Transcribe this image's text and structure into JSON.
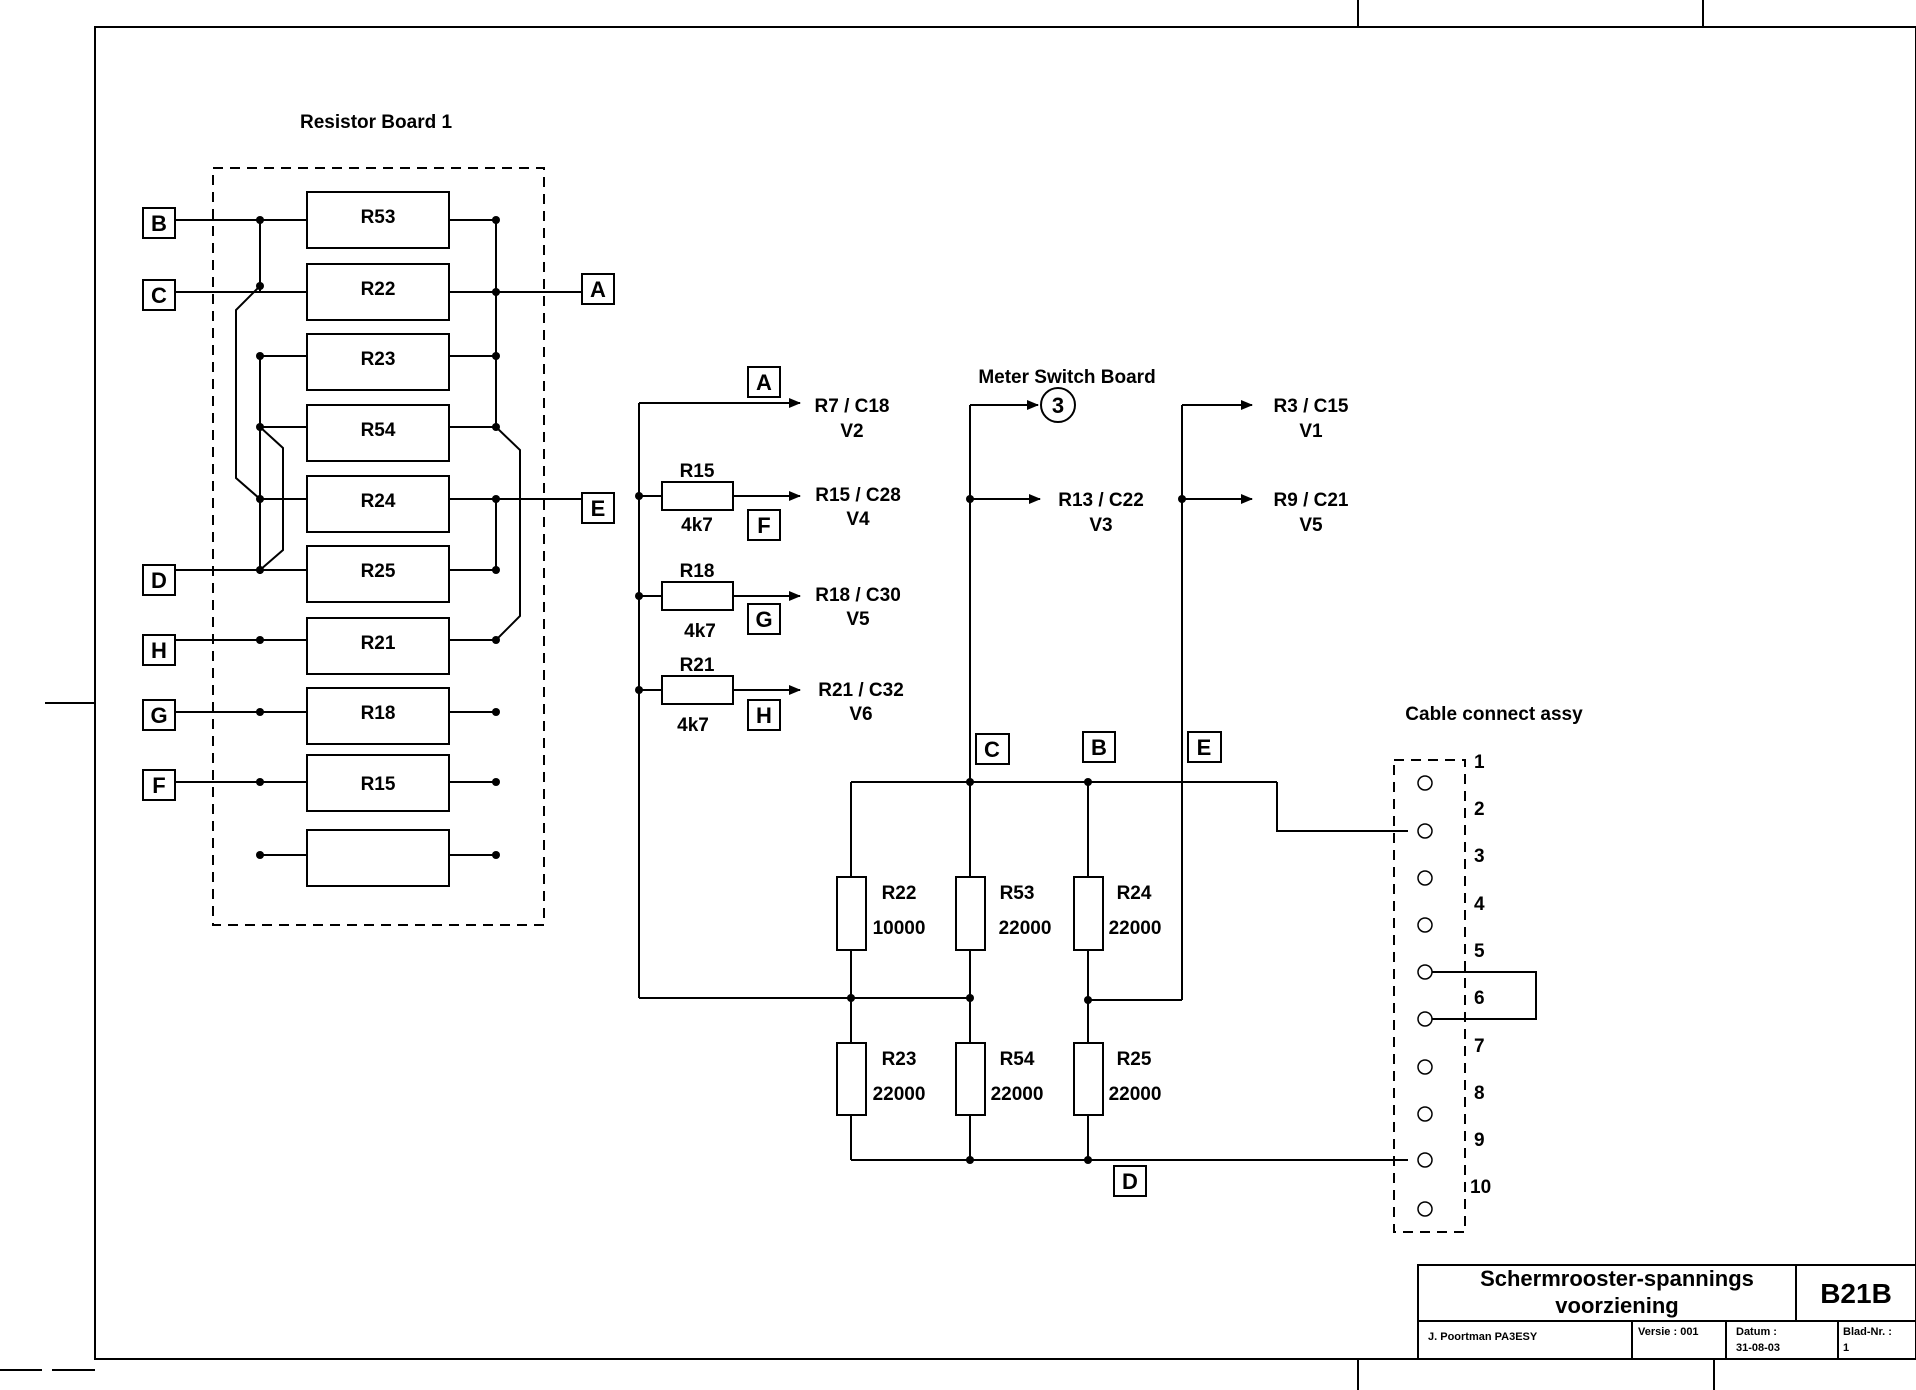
{
  "title_block": {
    "title_line1": "Schermrooster-spannings",
    "title_line2": "voorziening",
    "code": "B21B",
    "author": "J. Poortman   PA3ESY",
    "version": "Versie : 001",
    "date_label": "Datum :",
    "date_value": "31-08-03",
    "sheet_label": "Blad-Nr. :",
    "sheet_value": "1"
  },
  "resistor_board": {
    "title": "Resistor Board 1",
    "resistors": [
      "R53",
      "R22",
      "R23",
      "R54",
      "R24",
      "R25",
      "R21",
      "R18",
      "R15",
      ""
    ],
    "left_terminals": [
      "B",
      "C",
      "D",
      "H",
      "G",
      "F"
    ],
    "right_terminals": [
      "A",
      "E"
    ]
  },
  "middle": {
    "terminals": {
      "a": "A",
      "f": "F",
      "g": "G",
      "h": "H"
    },
    "resistors": [
      {
        "name": "R15",
        "value": "4k7"
      },
      {
        "name": "R18",
        "value": "4k7"
      },
      {
        "name": "R21",
        "value": "4k7"
      }
    ],
    "outputs": [
      {
        "ref": "R7 / C18",
        "tube": "V2"
      },
      {
        "ref": "R15 / C28",
        "tube": "V4"
      },
      {
        "ref": "R18 / C30",
        "tube": "V5"
      },
      {
        "ref": "R21 / C32",
        "tube": "V6"
      }
    ]
  },
  "meter_switch": {
    "title": "Meter Switch Board",
    "number": "3",
    "outputs": [
      {
        "ref": "R13 / C22",
        "tube": "V3"
      },
      {
        "ref": "R3 / C15",
        "tube": "V1"
      },
      {
        "ref": "R9 / C21",
        "tube": "V5"
      }
    ]
  },
  "divider": {
    "terminals": {
      "c": "C",
      "b": "B",
      "e": "E",
      "d": "D"
    },
    "top_row": [
      {
        "name": "R22",
        "value": "10000"
      },
      {
        "name": "R53",
        "value": "22000"
      },
      {
        "name": "R24",
        "value": "22000"
      }
    ],
    "bottom_row": [
      {
        "name": "R23",
        "value": "22000"
      },
      {
        "name": "R54",
        "value": "22000"
      },
      {
        "name": "R25",
        "value": "22000"
      }
    ]
  },
  "connector": {
    "title": "Cable connect assy",
    "pins": [
      "1",
      "2",
      "3",
      "4",
      "5",
      "6",
      "7",
      "8",
      "9",
      "10"
    ]
  }
}
